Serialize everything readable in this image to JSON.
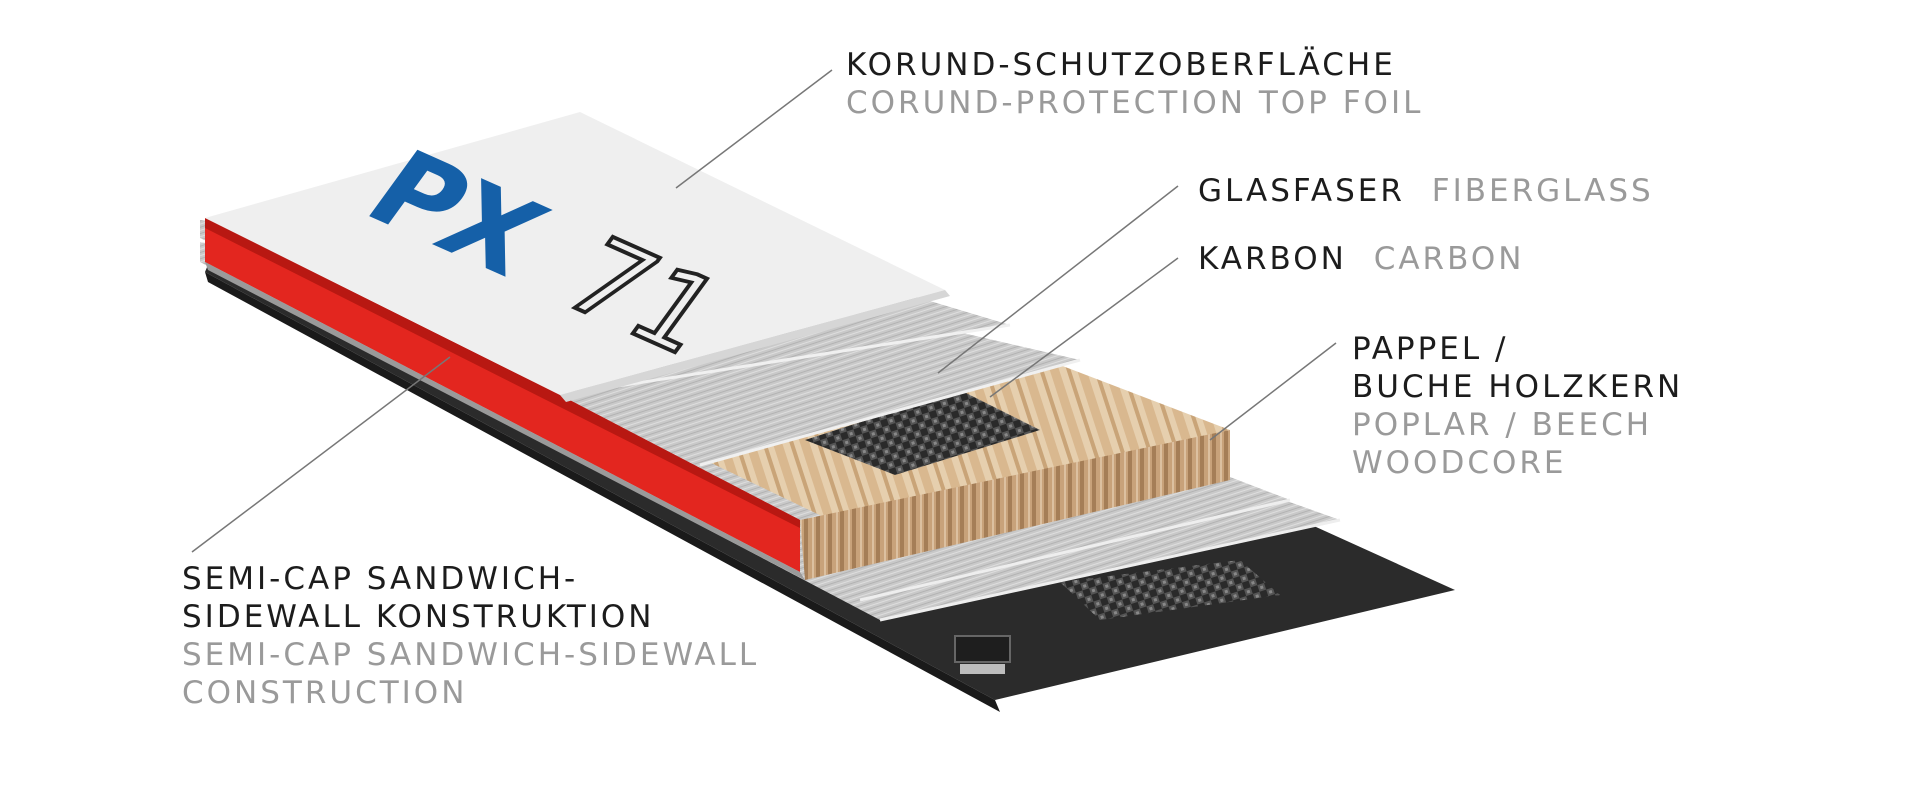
{
  "logo": {
    "text_px": "PX",
    "text_num": "71"
  },
  "labels": {
    "top_foil": {
      "de": "KORUND-SCHUTZOBERFLÄCHE",
      "en": "CORUND-PROTECTION TOP FOIL"
    },
    "fiberglass": {
      "de": "GLASFASER",
      "en": "FIBERGLASS"
    },
    "carbon": {
      "de": "KARBON",
      "en": "CARBON"
    },
    "woodcore": {
      "de_line1": "PAPPEL /",
      "de_line2": "BUCHE HOLZKERN",
      "en_line1": "POPLAR / BEECH",
      "en_line2": "WOODCORE"
    },
    "sidewall": {
      "de_line1": "SEMI-CAP SANDWICH-",
      "de_line2": "SIDEWALL KONSTRUKTION",
      "en_line1": "SEMI-CAP SANDWICH-SIDEWALL",
      "en_line2": "CONSTRUCTION"
    }
  },
  "colors": {
    "logo_blue": "#1560a8",
    "sidewall_red": "#e3261f",
    "german_text": "#1c1c1c",
    "english_text": "#9a9a9a",
    "base": "#2b2b2b"
  }
}
